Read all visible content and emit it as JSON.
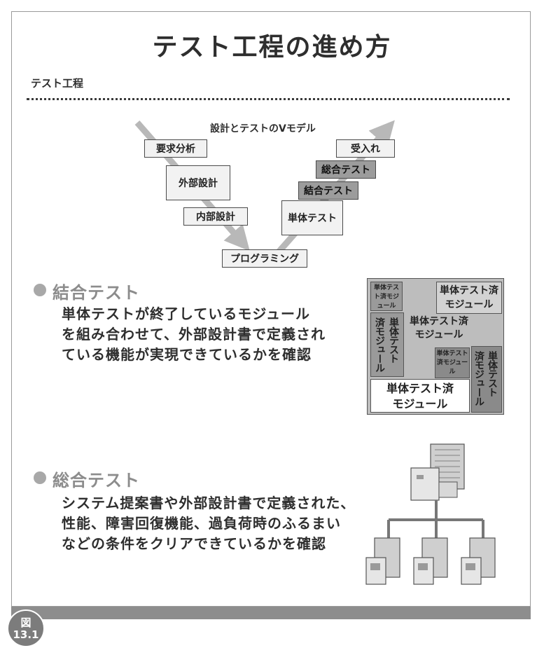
{
  "title": "テスト工程の進め方",
  "section_label": "テスト工程",
  "vmodel": {
    "title": "設計とテストのVモデル",
    "left_steps": [
      "要求分析",
      "外部設計",
      "内部設計"
    ],
    "bottom_step": "プログラミング",
    "right_steps": [
      "単体テスト",
      "結合テスト",
      "総合テスト",
      "受入れ"
    ]
  },
  "integration": {
    "heading": "結合テスト",
    "lines": [
      "単体テストが終了しているモジュール",
      "を組み合わせて、外部設計書で定義され",
      "ている機能が実現できているかを確認"
    ],
    "modules": {
      "small_top": "単体テスト済モジュール",
      "top_right": "単体テスト済\nモジュール",
      "vertical_left": [
        "済モジュール",
        "単体テスト"
      ],
      "center": "単体テスト済\nモジュール",
      "small_mid": "単体テスト済モジュール",
      "vertical_right": [
        "済モジュール",
        "単体テスト"
      ],
      "bottom": "単体テスト済\nモジュール"
    }
  },
  "system": {
    "heading": "総合テスト",
    "lines": [
      "システム提案書や外部設計書で定義された、",
      "性能、障害回復機能、過負荷時のふるまい",
      "などの条件をクリアできているかを確認"
    ]
  },
  "figure": {
    "label": "図",
    "number": "13.1"
  },
  "colors": {
    "accent_gray": "#8c8c8c",
    "dark_box": "#9c9c9c",
    "light_box": "#f2f2f2",
    "arrow": "#b8b8b8"
  }
}
